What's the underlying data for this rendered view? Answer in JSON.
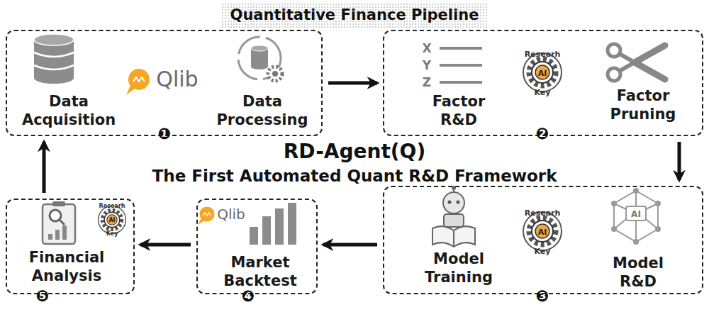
{
  "diagram": {
    "title": "Quantitative Finance Pipeline",
    "nodes": [
      {
        "text": [
          "Data Acquisition",
          "Data Processing"
        ]
      },
      {
        "text": [
          "Factor R&D",
          "Factor Pruning"
        ]
      },
      {
        "text": [
          "Model Training",
          "Model R&D"
        ]
      },
      {
        "text": [
          "Market Backtest"
        ]
      },
      {
        "text": [
          "Financial Analysis"
        ]
      }
    ],
    "edges": [
      {
        "from": 0,
        "to": 1,
        "arrow": "to"
      },
      {
        "from": 1,
        "to": 2,
        "arrow": "to"
      },
      {
        "from": 2,
        "to": 3,
        "arrow": "to"
      },
      {
        "from": 3,
        "to": 4,
        "arrow": "to"
      },
      {
        "from": 4,
        "to": 0,
        "arrow": "to"
      }
    ],
    "labels": [
      "Qlib",
      "❶",
      "X",
      "Y",
      "Z",
      "Researh",
      "AI",
      "Key",
      "❷",
      "RD-Agent(Q)",
      "The First Automated Quant R&D Framework",
      "Researh",
      "AI",
      "Key",
      "AI",
      "❸",
      "Qlib",
      "❹",
      "Researh",
      "AI",
      "Key",
      "❺"
    ]
  }
}
